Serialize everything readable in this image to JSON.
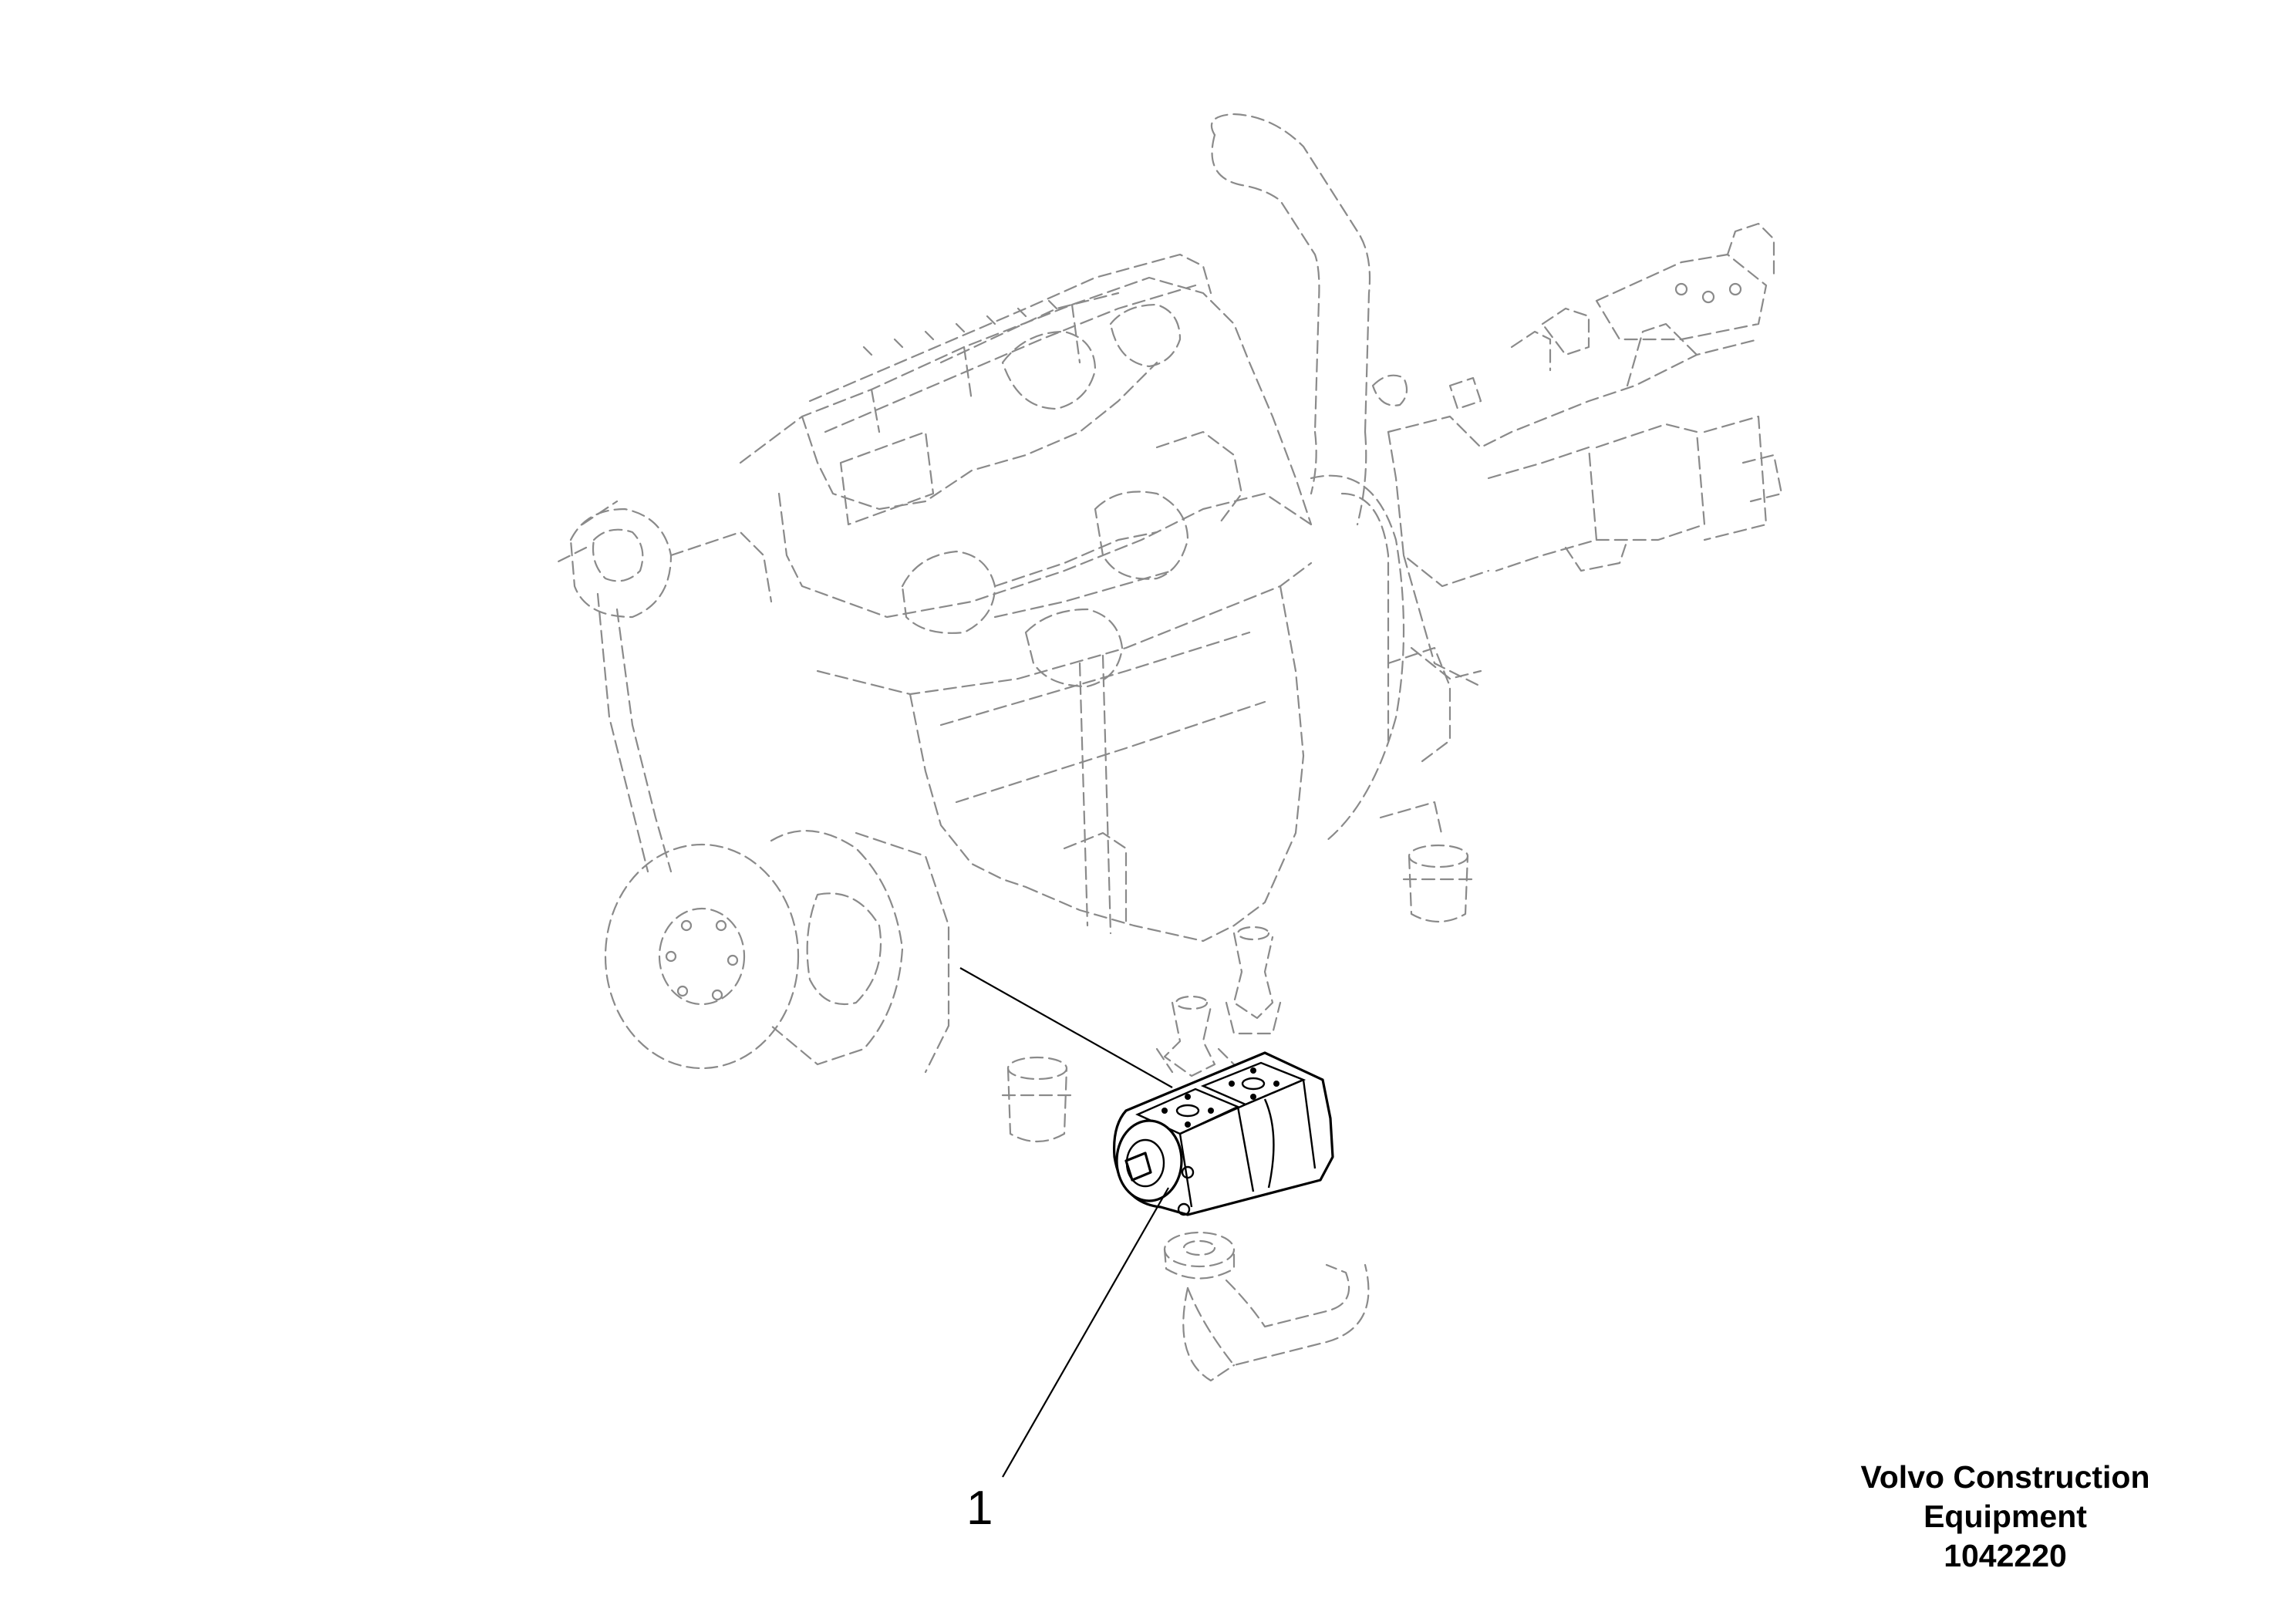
{
  "diagram": {
    "callouts": [
      {
        "number": "1",
        "part": "hydraulic-gear-pump"
      }
    ]
  },
  "stamp": {
    "line1": "Volvo Construction",
    "line2": "Equipment",
    "code": "1042220"
  },
  "colors": {
    "background": "#ffffff",
    "ghost_lines": "#8a8a8a",
    "highlighted_part": "#000000"
  }
}
